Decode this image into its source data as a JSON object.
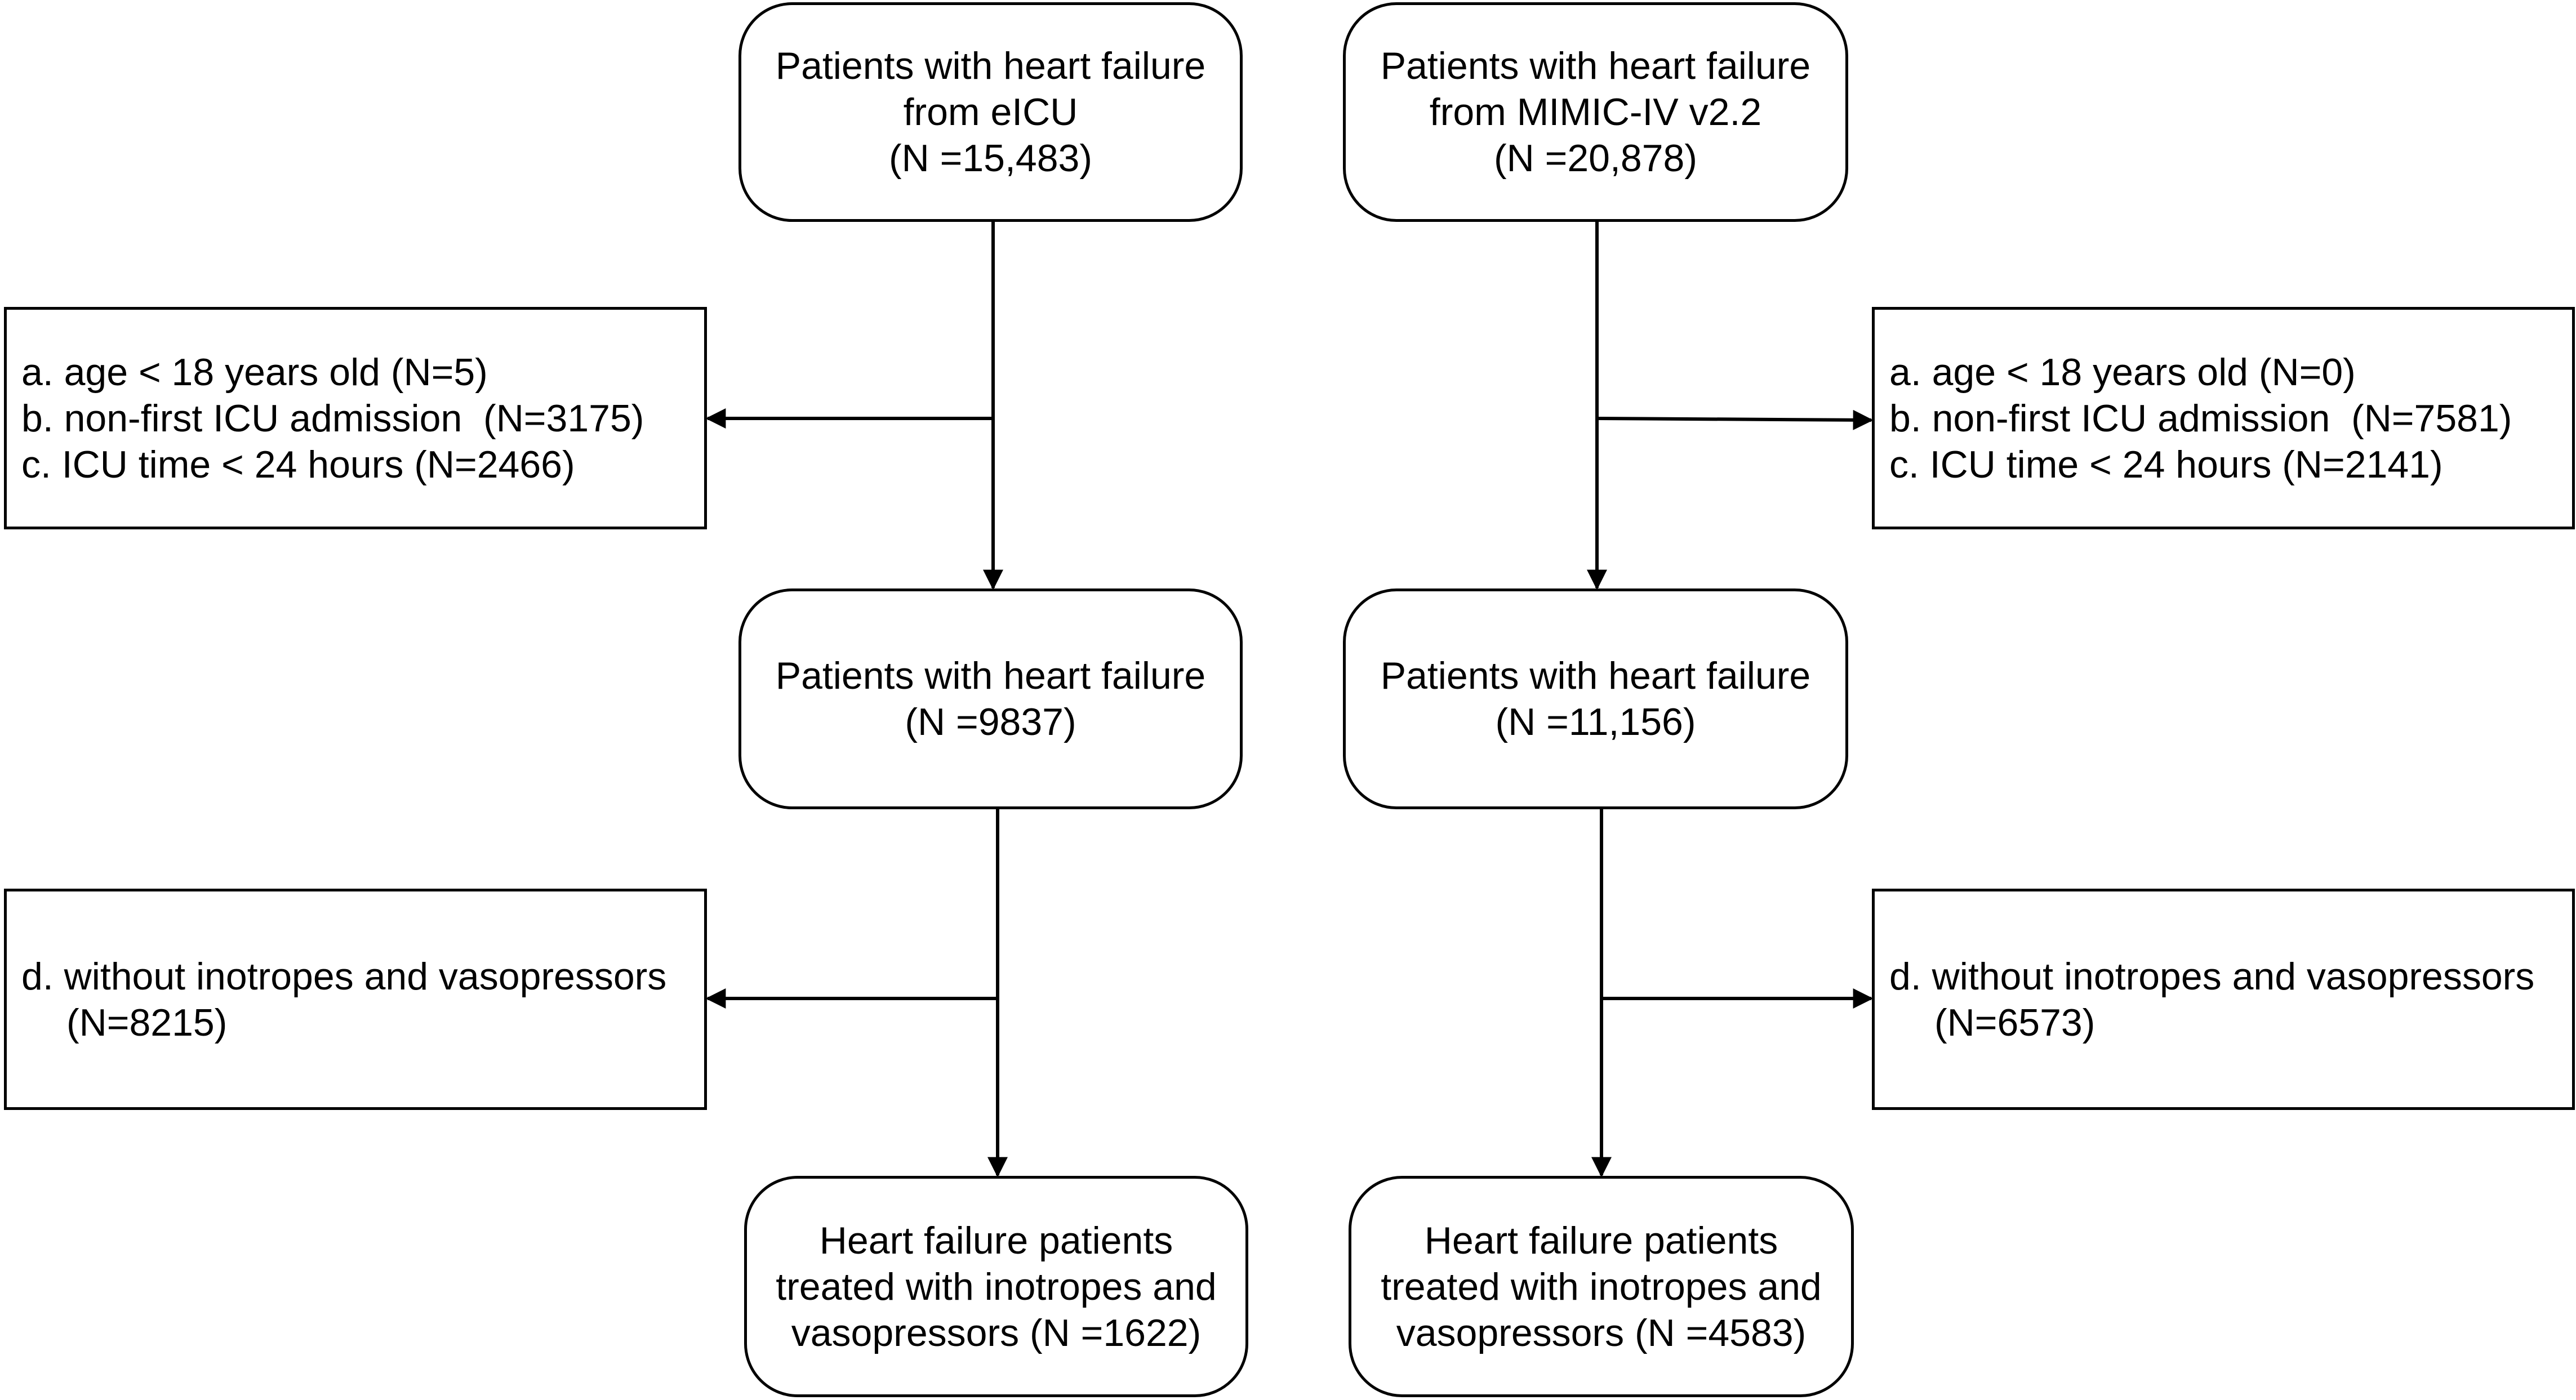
{
  "left": {
    "source": [
      "Patients with heart failure",
      "from eICU",
      "(N =15,483)"
    ],
    "exclusion1": [
      "a. age < 18 years old (N=5)",
      "b. non-first ICU admission  (N=3175)",
      "c. ICU time < 24 hours (N=2466)"
    ],
    "middle": [
      "Patients with heart failure",
      "(N =9837)"
    ],
    "exclusion2": [
      "d. without inotropes and vasopressors",
      "(N=8215)"
    ],
    "final": [
      "Heart failure patients",
      "treated with inotropes and",
      "vasopressors (N =1622)"
    ]
  },
  "right": {
    "source": [
      "Patients with heart failure",
      "from MIMIC-IV v2.2",
      "(N =20,878)"
    ],
    "exclusion1": [
      "a. age < 18 years old (N=0)",
      "b. non-first ICU admission  (N=7581)",
      "c. ICU time < 24 hours (N=2141)"
    ],
    "middle": [
      "Patients with heart failure",
      "(N =11,156)"
    ],
    "exclusion2": [
      "d. without inotropes and vasopressors",
      "(N=6573)"
    ],
    "final": [
      "Heart failure patients",
      "treated with inotropes and",
      "vasopressors (N =4583)"
    ]
  }
}
